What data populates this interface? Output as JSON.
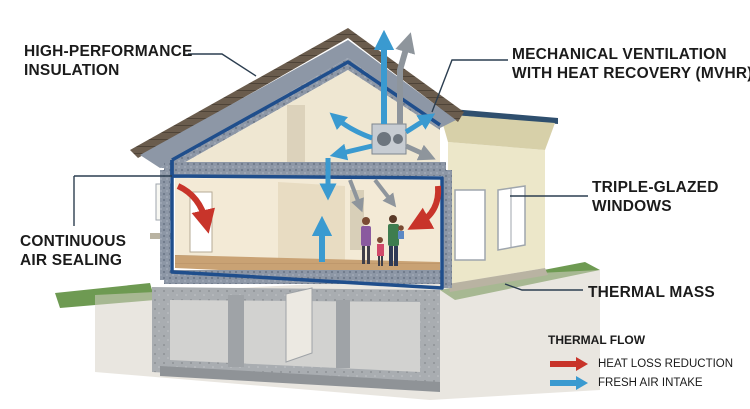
{
  "labels": {
    "insulation": [
      "HIGH-PERFORMANCE",
      "INSULATION"
    ],
    "mvhr": [
      "MECHANICAL VENTILATION",
      "WITH HEAT RECOVERY (MVHR)"
    ],
    "air_sealing": [
      "CONTINUOUS",
      "AIR SEALING"
    ],
    "windows": [
      "TRIPLE-GLAZED",
      "WINDOWS"
    ],
    "thermal_mass": [
      "THERMAL MASS"
    ]
  },
  "legend": {
    "title": "THERMAL FLOW",
    "items": [
      {
        "label": "HEAT LOSS REDUCTION",
        "color": "#c8342a",
        "icon": "red-arrow-icon"
      },
      {
        "label": "FRESH AIR INTAKE",
        "color": "#3a9ad0",
        "icon": "blue-arrow-icon"
      }
    ]
  },
  "colors": {
    "airtight_layer": "#1f4e8c",
    "insulation": "#8d97a6",
    "heat_arrow": "#c8342a",
    "fresh_air": "#3a9ad0",
    "exhaust_air": "#8e959c",
    "ground": "#6e9a52"
  }
}
